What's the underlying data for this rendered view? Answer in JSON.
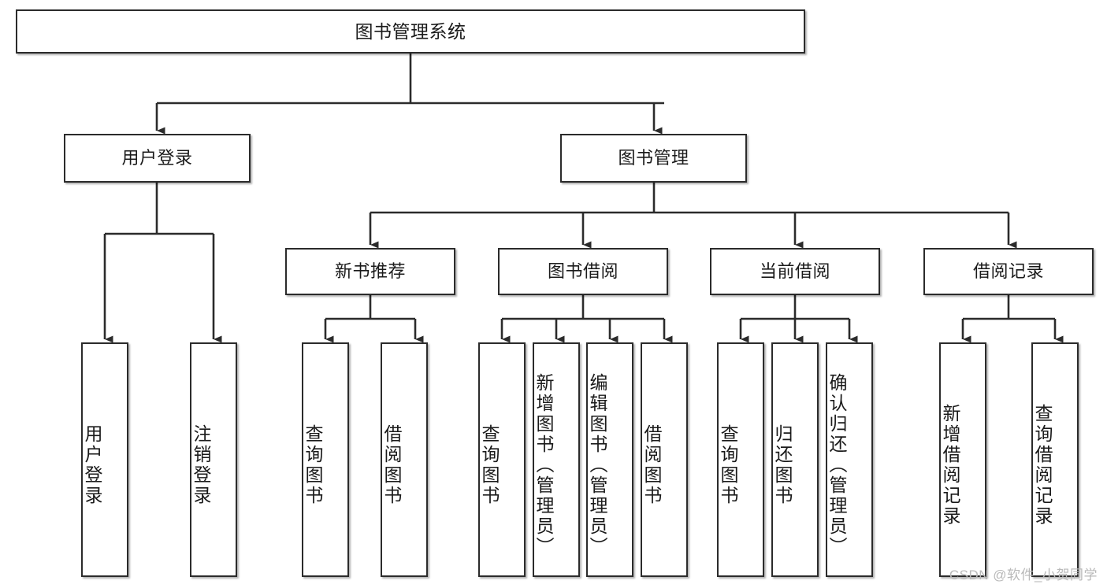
{
  "diagram": {
    "type": "tree-hierarchy",
    "orientation": "top-down",
    "root": {
      "id": "root",
      "label": "图书管理系统"
    },
    "levels": [
      {
        "level": 1,
        "nodes": [
          {
            "id": "user-login",
            "label": "用户登录",
            "parent": "root"
          },
          {
            "id": "book-manage",
            "label": "图书管理",
            "parent": "root"
          }
        ]
      },
      {
        "level": 2,
        "nodes": [
          {
            "id": "new-book-recommend",
            "label": "新书推荐",
            "parent": "book-manage"
          },
          {
            "id": "book-borrow",
            "label": "图书借阅",
            "parent": "book-manage"
          },
          {
            "id": "current-borrow",
            "label": "当前借阅",
            "parent": "book-manage"
          },
          {
            "id": "borrow-record",
            "label": "借阅记录",
            "parent": "book-manage"
          }
        ]
      },
      {
        "level": 3,
        "nodes": [
          {
            "id": "leaf-user-login",
            "label": "用户登录",
            "parent": "user-login"
          },
          {
            "id": "leaf-user-logout",
            "label": "注销登录",
            "parent": "user-login"
          },
          {
            "id": "leaf-query-book-1",
            "label": "查询图书",
            "parent": "new-book-recommend"
          },
          {
            "id": "leaf-borrow-book-1",
            "label": "借阅图书",
            "parent": "new-book-recommend"
          },
          {
            "id": "leaf-query-book-2",
            "label": "查询图书",
            "parent": "book-borrow"
          },
          {
            "id": "leaf-add-book",
            "label": "新增图书（管理员）",
            "parent": "book-borrow"
          },
          {
            "id": "leaf-edit-book",
            "label": "编辑图书（管理员）",
            "parent": "book-borrow"
          },
          {
            "id": "leaf-borrow-book-2",
            "label": "借阅图书",
            "parent": "book-borrow"
          },
          {
            "id": "leaf-query-book-3",
            "label": "查询图书",
            "parent": "current-borrow"
          },
          {
            "id": "leaf-return-book",
            "label": "归还图书",
            "parent": "current-borrow"
          },
          {
            "id": "leaf-confirm-return",
            "label": "确认归还（管理员）",
            "parent": "current-borrow"
          },
          {
            "id": "leaf-add-record",
            "label": "新增借阅记录",
            "parent": "borrow-record"
          },
          {
            "id": "leaf-query-record",
            "label": "查询借阅记录",
            "parent": "borrow-record"
          }
        ]
      }
    ],
    "colors": {
      "box_border": "#2b2b2b",
      "box_fill": "#ffffff",
      "connector": "#2b2b2b",
      "text": "#1a1a1a",
      "watermark": "#b9b9b9",
      "background": "#ffffff"
    }
  },
  "watermark": {
    "text": "CSDN @软件_小贺同学"
  }
}
